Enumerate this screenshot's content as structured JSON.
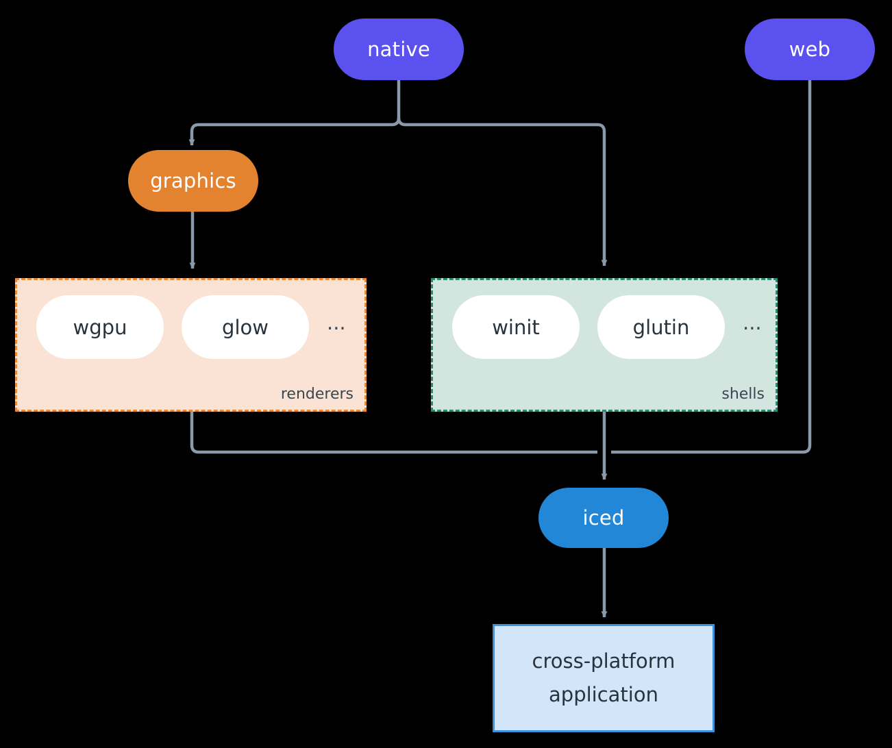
{
  "diagram": {
    "type": "architecture-flow",
    "background": "#000000",
    "edge_color": "#8A9AA8",
    "nodes": [
      {
        "id": "native",
        "label": "native",
        "shape": "pill",
        "color": "#5B51EE",
        "text_color": "#ffffff"
      },
      {
        "id": "web",
        "label": "web",
        "shape": "pill",
        "color": "#5B51EE",
        "text_color": "#ffffff"
      },
      {
        "id": "graphics",
        "label": "graphics",
        "shape": "pill",
        "color": "#E4832F",
        "text_color": "#ffffff"
      },
      {
        "id": "iced",
        "label": "iced",
        "shape": "pill",
        "color": "#2287D6",
        "text_color": "#ffffff"
      },
      {
        "id": "application",
        "label": "cross-platform application",
        "shape": "rect",
        "color": "#D3E5F8",
        "border": "#3993DE",
        "text_color": "#27333E"
      }
    ],
    "groups": [
      {
        "id": "renderers",
        "label": "renderers",
        "fill": "#FAE3D4",
        "border": "#EE8A36",
        "border_style": "dashed",
        "items": [
          "wgpu",
          "glow"
        ],
        "ellipsis": "..."
      },
      {
        "id": "shells",
        "label": "shells",
        "fill": "#D3E5DF",
        "border": "#2C8C73",
        "border_style": "dashed",
        "items": [
          "winit",
          "glutin"
        ],
        "ellipsis": "..."
      }
    ],
    "edges": [
      {
        "from": "native",
        "to": "graphics",
        "arrow": true
      },
      {
        "from": "native",
        "to": "shells",
        "arrow": true
      },
      {
        "from": "graphics",
        "to": "renderers",
        "arrow": true
      },
      {
        "from": "renderers",
        "to": "iced",
        "arrow": true
      },
      {
        "from": "shells",
        "to": "iced",
        "arrow": true
      },
      {
        "from": "web",
        "to": "iced",
        "arrow": true
      },
      {
        "from": "iced",
        "to": "application",
        "arrow": true
      }
    ]
  },
  "nodes": {
    "native": {
      "label": "native"
    },
    "web": {
      "label": "web"
    },
    "graphics": {
      "label": "graphics"
    },
    "iced": {
      "label": "iced"
    },
    "application": {
      "line1": "cross-platform",
      "line2": "application"
    }
  },
  "groups": {
    "renderers": {
      "label": "renderers",
      "items": [
        {
          "label": "wgpu"
        },
        {
          "label": "glow"
        }
      ],
      "ellipsis": "..."
    },
    "shells": {
      "label": "shells",
      "items": [
        {
          "label": "winit"
        },
        {
          "label": "glutin"
        }
      ],
      "ellipsis": "..."
    }
  }
}
